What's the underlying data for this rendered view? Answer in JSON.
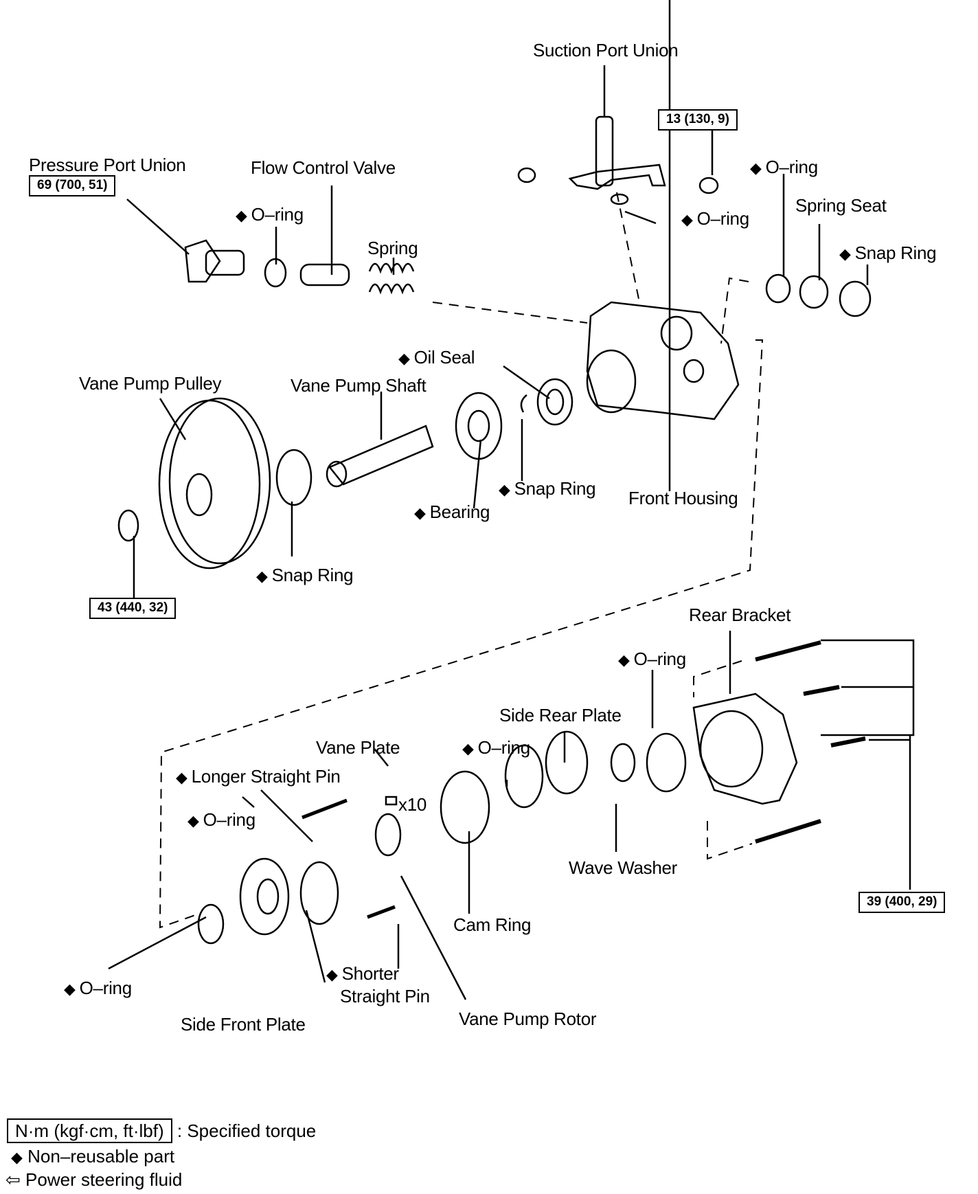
{
  "diagram": {
    "title": "Power steering vane pump exploded view",
    "parts": {
      "suction_port_union": "Suction Port Union",
      "pressure_port_union": "Pressure Port Union",
      "flow_control_valve": "Flow Control Valve",
      "o_ring": "O–ring",
      "spring": "Spring",
      "spring_seat": "Spring Seat",
      "snap_ring": "Snap Ring",
      "oil_seal": "Oil Seal",
      "vane_pump_pulley": "Vane Pump Pulley",
      "vane_pump_shaft": "Vane Pump Shaft",
      "bearing": "Bearing",
      "front_housing": "Front Housing",
      "rear_bracket": "Rear Bracket",
      "side_rear_plate": "Side Rear Plate",
      "vane_plate": "Vane Plate",
      "vane_plate_qty": "x10",
      "longer_straight_pin": "Longer Straight Pin",
      "wave_washer": "Wave Washer",
      "cam_ring": "Cam Ring",
      "shorter_straight_pin_1": "Shorter",
      "shorter_straight_pin_2": "Straight Pin",
      "vane_pump_rotor": "Vane Pump Rotor",
      "side_front_plate": "Side Front Plate"
    },
    "non_reusable_marker": "◆",
    "torques": {
      "pressure_port_union": "69 (700, 51)",
      "suction_bolt": "13 (130, 9)",
      "pulley_nut": "43 (440, 32)",
      "rear_bracket_bolts": "39 (400, 29)"
    }
  },
  "legend": {
    "torque_unit": "N·m (kgf·cm, ft·lbf)",
    "torque_desc": ": Specified torque",
    "diamond": "◆",
    "non_reusable": "Non–reusable part",
    "arrow": "⇦",
    "fluid": "Power steering fluid"
  }
}
